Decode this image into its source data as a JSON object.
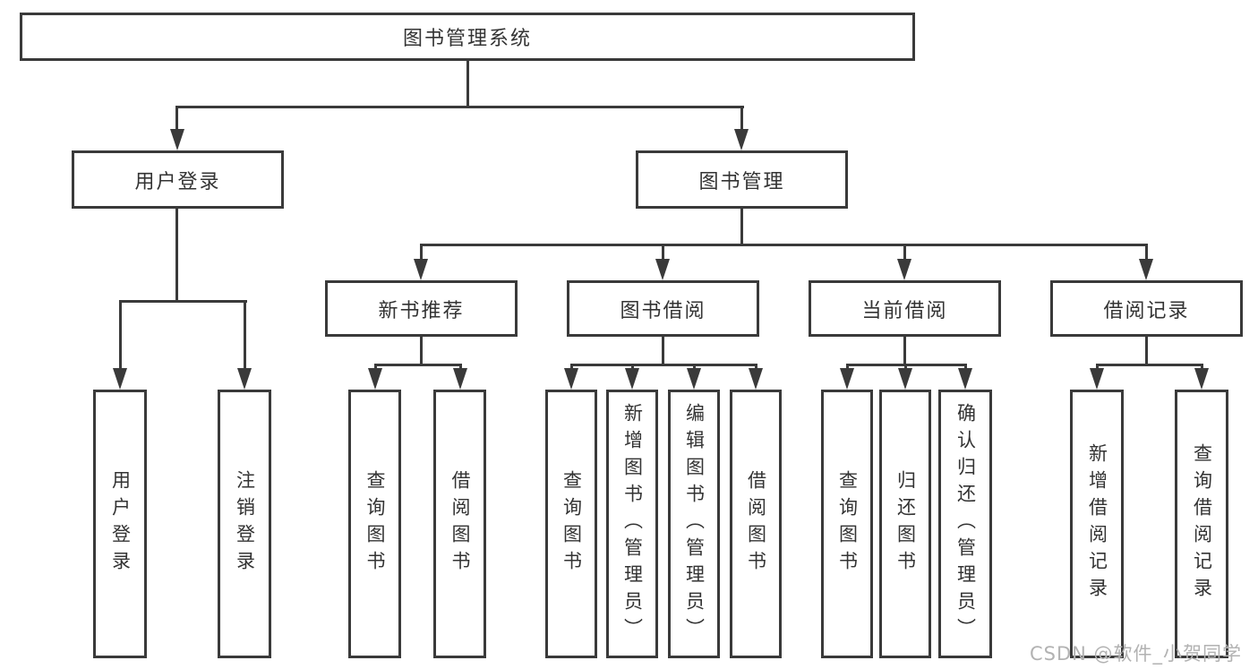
{
  "diagram_title": "图书管理系统",
  "watermark": "CSDN @软件_小贺同学",
  "colors": {
    "line": "#3a3a3a",
    "box_border": "#3a3a3a",
    "box_fill": "#ffffff",
    "text": "#333333",
    "watermark": "#b2b2b2",
    "background": "#ffffff"
  },
  "nodes": {
    "root": {
      "label": "图书管理系统"
    },
    "level2": [
      {
        "label": "用户登录"
      },
      {
        "label": "图书管理"
      }
    ],
    "level3": [
      {
        "label": "新书推荐",
        "parent": "图书管理"
      },
      {
        "label": "图书借阅",
        "parent": "图书管理"
      },
      {
        "label": "当前借阅",
        "parent": "图书管理"
      },
      {
        "label": "借阅记录",
        "parent": "图书管理"
      }
    ],
    "leaves": [
      {
        "label": "用户登录",
        "parent": "用户登录"
      },
      {
        "label": "注销登录",
        "parent": "用户登录"
      },
      {
        "label": "查询图书",
        "parent": "新书推荐"
      },
      {
        "label": "借阅图书",
        "parent": "新书推荐"
      },
      {
        "label": "查询图书",
        "parent": "图书借阅"
      },
      {
        "label": "新增图书（管理员）",
        "parent": "图书借阅"
      },
      {
        "label": "编辑图书（管理员）",
        "parent": "图书借阅"
      },
      {
        "label": "借阅图书",
        "parent": "图书借阅"
      },
      {
        "label": "查询图书",
        "parent": "当前借阅"
      },
      {
        "label": "归还图书",
        "parent": "当前借阅"
      },
      {
        "label": "确认归还（管理员）",
        "parent": "当前借阅"
      },
      {
        "label": "新增借阅记录",
        "parent": "借阅记录"
      },
      {
        "label": "查询借阅记录",
        "parent": "借阅记录"
      }
    ]
  }
}
